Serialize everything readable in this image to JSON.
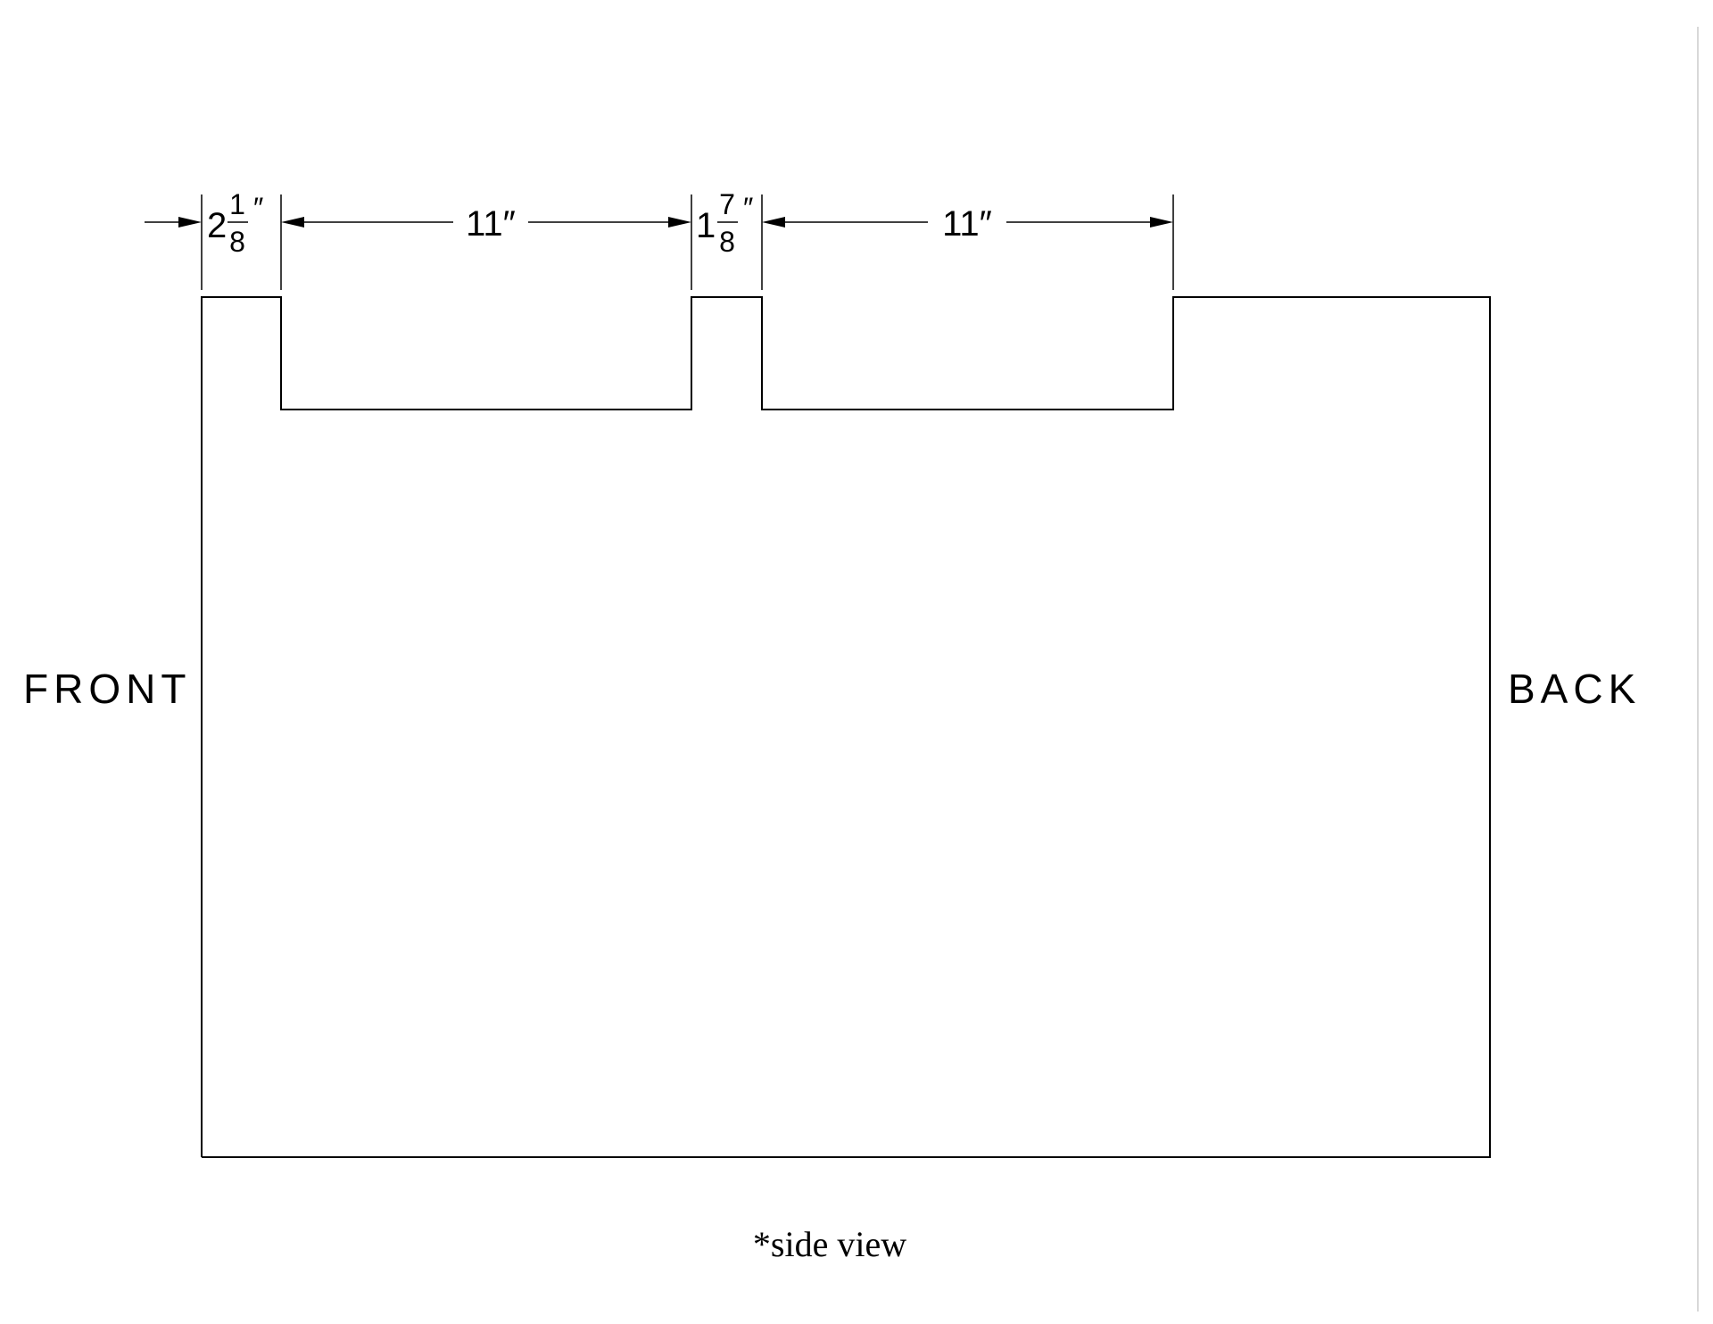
{
  "labels": {
    "front": "FRONT",
    "back": "BACK",
    "caption": "*side view"
  },
  "dimensions": {
    "first_notch_whole": "2",
    "first_notch_numerator": "1",
    "first_notch_denominator": "8",
    "first_gap": "11″",
    "second_notch_whole": "1",
    "second_notch_numerator": "7",
    "second_notch_denominator": "8",
    "second_gap": "11″",
    "inch_mark": "″"
  }
}
